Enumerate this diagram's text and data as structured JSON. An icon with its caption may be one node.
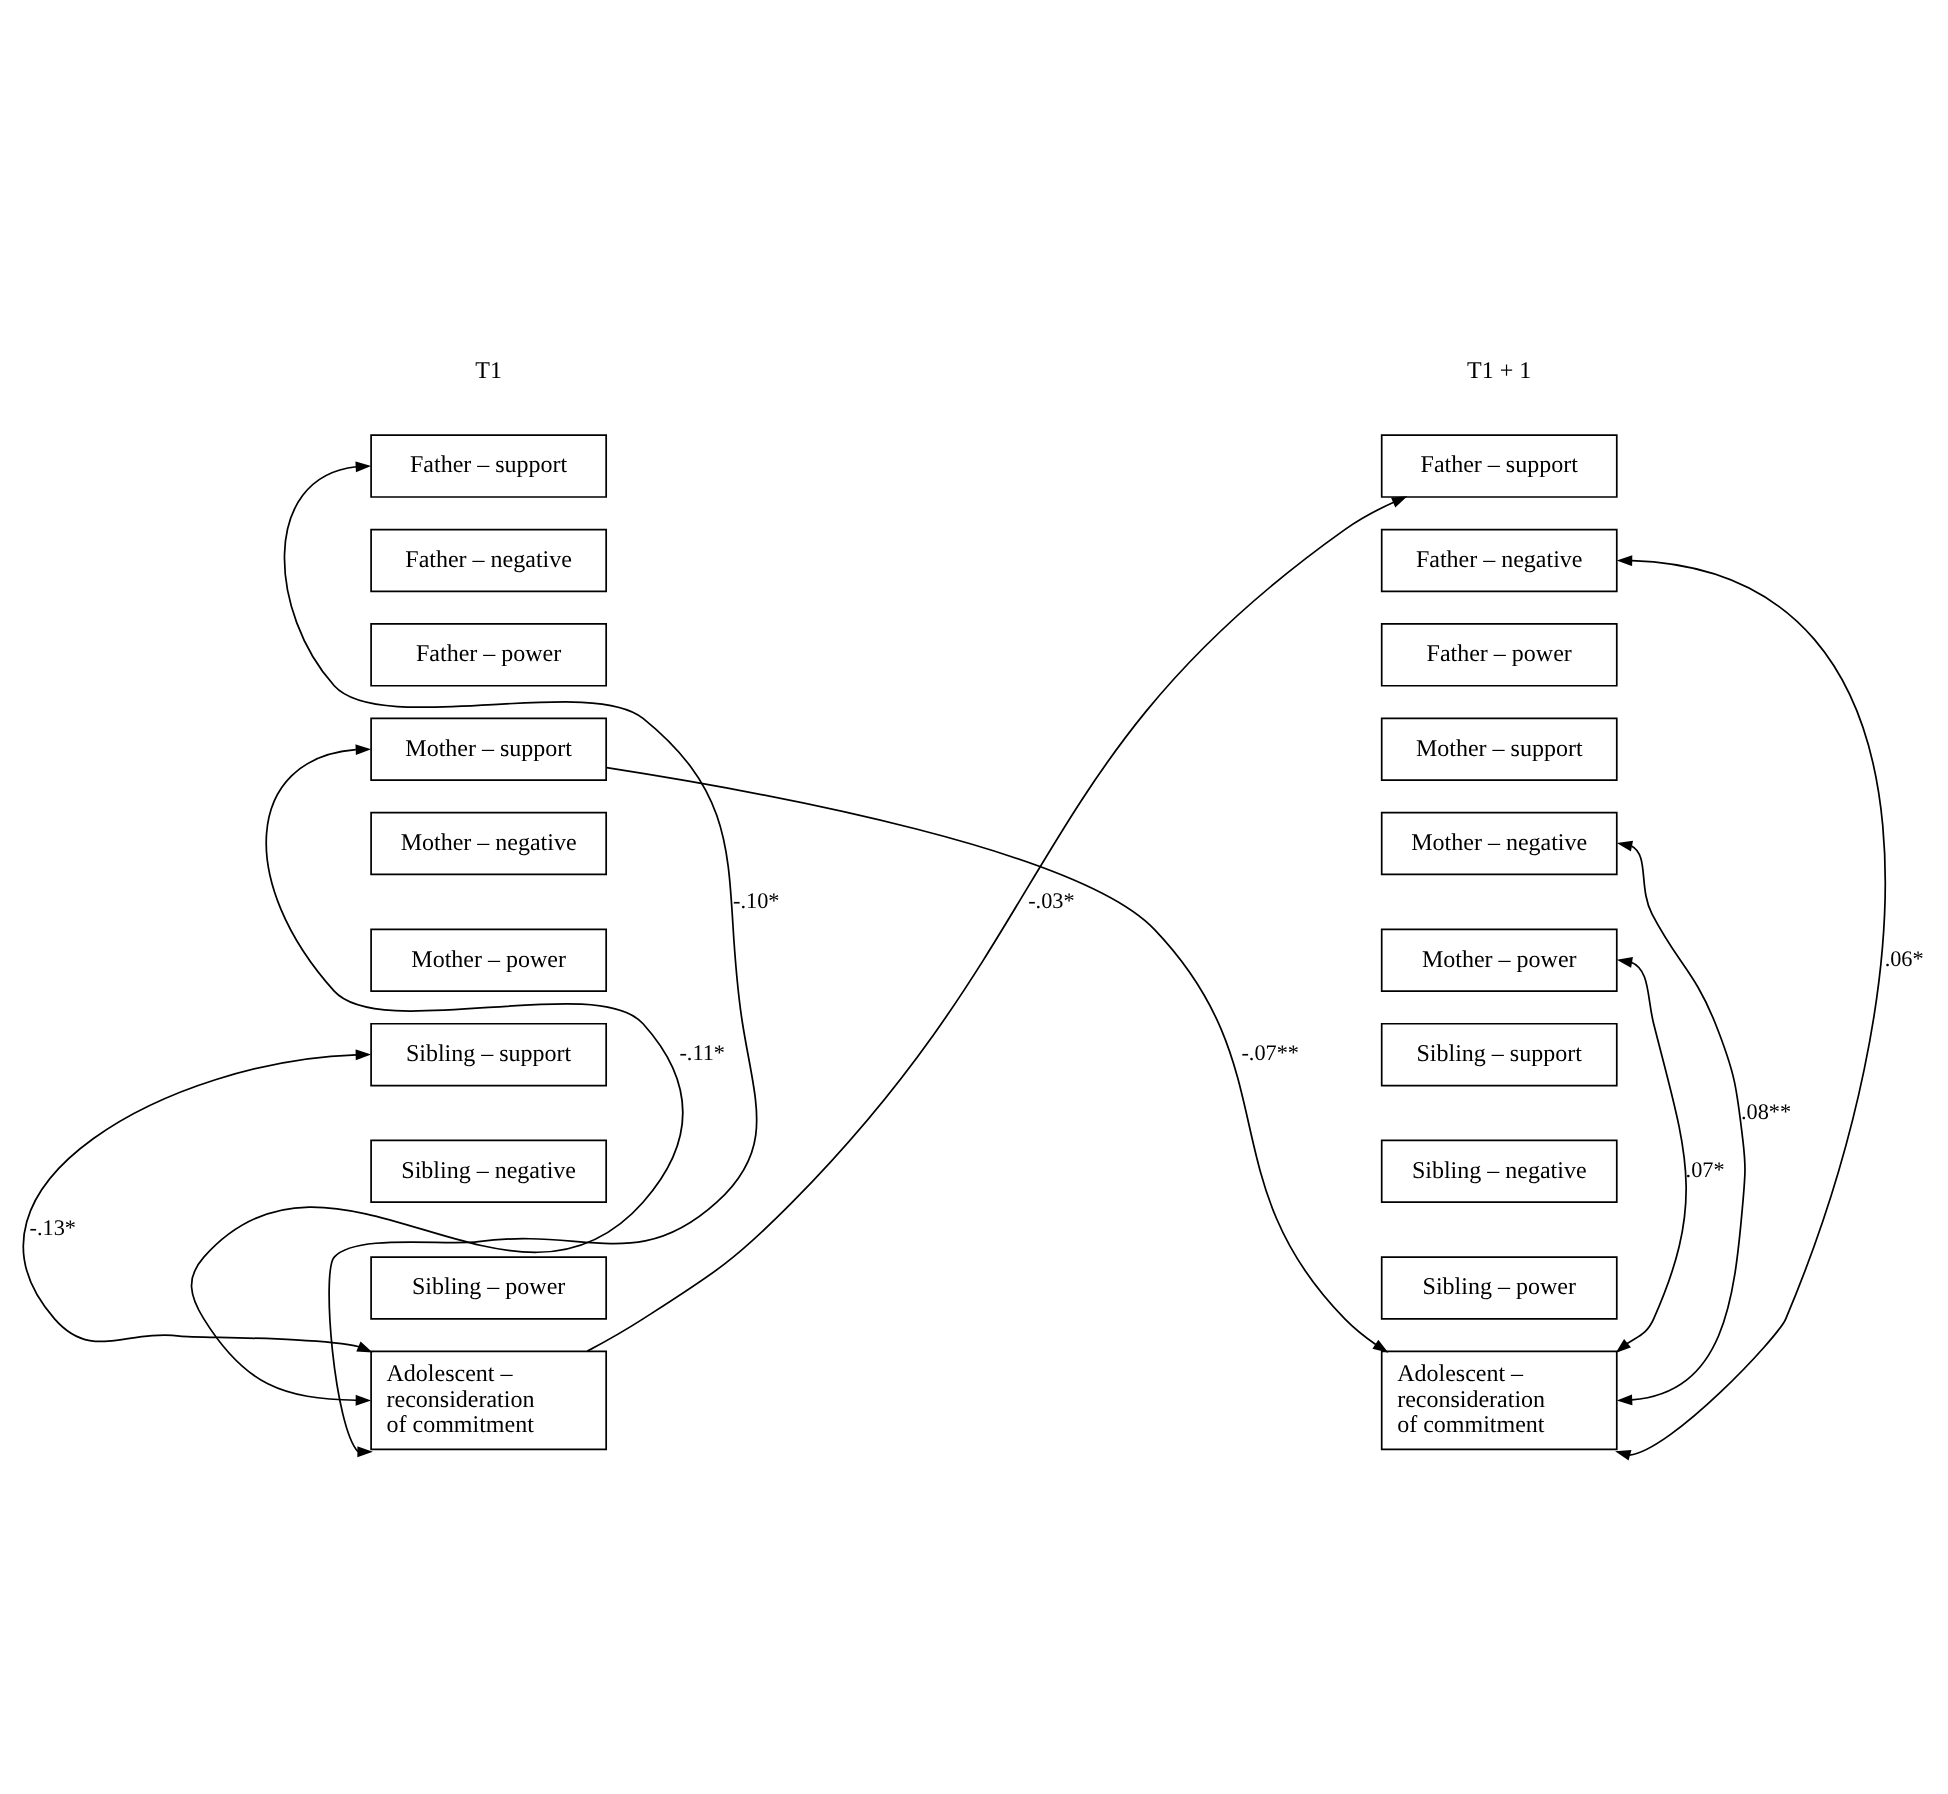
{
  "diagram": {
    "nodes": [
      {
        "text": [
          "Father – support"
        ]
      },
      {
        "text": [
          "Father – negative"
        ]
      },
      {
        "text": [
          "Father – power"
        ]
      },
      {
        "text": [
          "Mother – support"
        ]
      },
      {
        "text": [
          "Mother – negative"
        ]
      },
      {
        "text": [
          "Mother – power"
        ]
      },
      {
        "text": [
          "Sibling – support"
        ]
      },
      {
        "text": [
          "Sibling – negative"
        ]
      },
      {
        "text": [
          "Sibling – power"
        ]
      },
      {
        "text": [
          "Adolescent – reconsideration of commitment"
        ]
      },
      {
        "text": [
          "Father – support"
        ]
      },
      {
        "text": [
          "Father – negative"
        ]
      },
      {
        "text": [
          "Father – power"
        ]
      },
      {
        "text": [
          "Mother – support"
        ]
      },
      {
        "text": [
          "Mother – negative"
        ]
      },
      {
        "text": [
          "Mother – power"
        ]
      },
      {
        "text": [
          "Sibling – support"
        ]
      },
      {
        "text": [
          "Sibling – negative"
        ]
      },
      {
        "text": [
          "Sibling – power"
        ]
      },
      {
        "text": [
          "Adolescent – reconsideration of commitment"
        ]
      }
    ],
    "edges": [
      {
        "from": 9,
        "to": 0,
        "arrow": "both",
        "label": "-.10*"
      },
      {
        "from": 9,
        "to": 3,
        "arrow": "both",
        "label": "-.11*"
      },
      {
        "from": 9,
        "to": 6,
        "arrow": "both",
        "label": "-.13*"
      },
      {
        "from": 9,
        "to": 10,
        "arrow": "to",
        "label": "-.03*"
      },
      {
        "from": 3,
        "to": 19,
        "arrow": "to",
        "label": "-.07**"
      },
      {
        "from": 19,
        "to": 11,
        "arrow": "both",
        "label": ".06*"
      },
      {
        "from": 19,
        "to": 14,
        "arrow": "both",
        "label": ".08**"
      },
      {
        "from": 19,
        "to": 15,
        "arrow": "both",
        "label": ".07*"
      }
    ],
    "labels": [
      "T1",
      "T1 + 1"
    ]
  }
}
